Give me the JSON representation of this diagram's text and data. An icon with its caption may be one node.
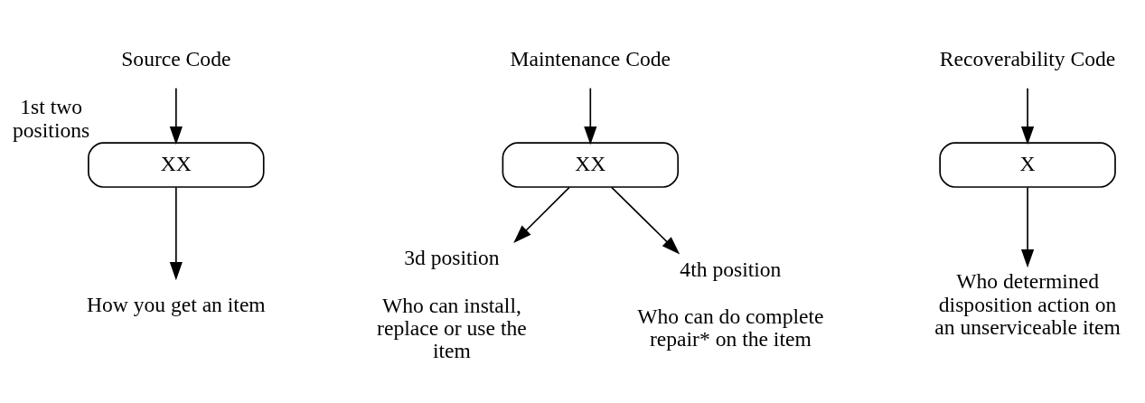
{
  "diagram": {
    "nodes": [
      {
        "text": [
          "Source Code"
        ]
      },
      {
        "text": [
          "XX"
        ],
        "beside": [
          "1st two positions"
        ]
      },
      {
        "text": [
          "How you get an item"
        ]
      },
      {
        "text": [
          "Maintenance Code"
        ]
      },
      {
        "text": [
          "XX"
        ]
      },
      {
        "text": [
          "3d position",
          "Who can install, replace or use the item"
        ]
      },
      {
        "text": [
          "4th position",
          "Who can do complete repair* on the item"
        ]
      },
      {
        "text": [
          "Recoverability Code"
        ]
      },
      {
        "text": [
          "X"
        ]
      },
      {
        "text": [
          "Who determined disposition action on an unserviceable item"
        ]
      }
    ],
    "edges": [
      {
        "from": 0,
        "to": 1,
        "arrow": "to"
      },
      {
        "from": 1,
        "to": 2,
        "arrow": "to"
      },
      {
        "from": 3,
        "to": 4,
        "arrow": "to"
      },
      {
        "from": 4,
        "to": 5,
        "arrow": "to"
      },
      {
        "from": 4,
        "to": 6,
        "arrow": "to"
      },
      {
        "from": 7,
        "to": 8,
        "arrow": "to"
      },
      {
        "from": 8,
        "to": 9,
        "arrow": "to"
      }
    ]
  }
}
